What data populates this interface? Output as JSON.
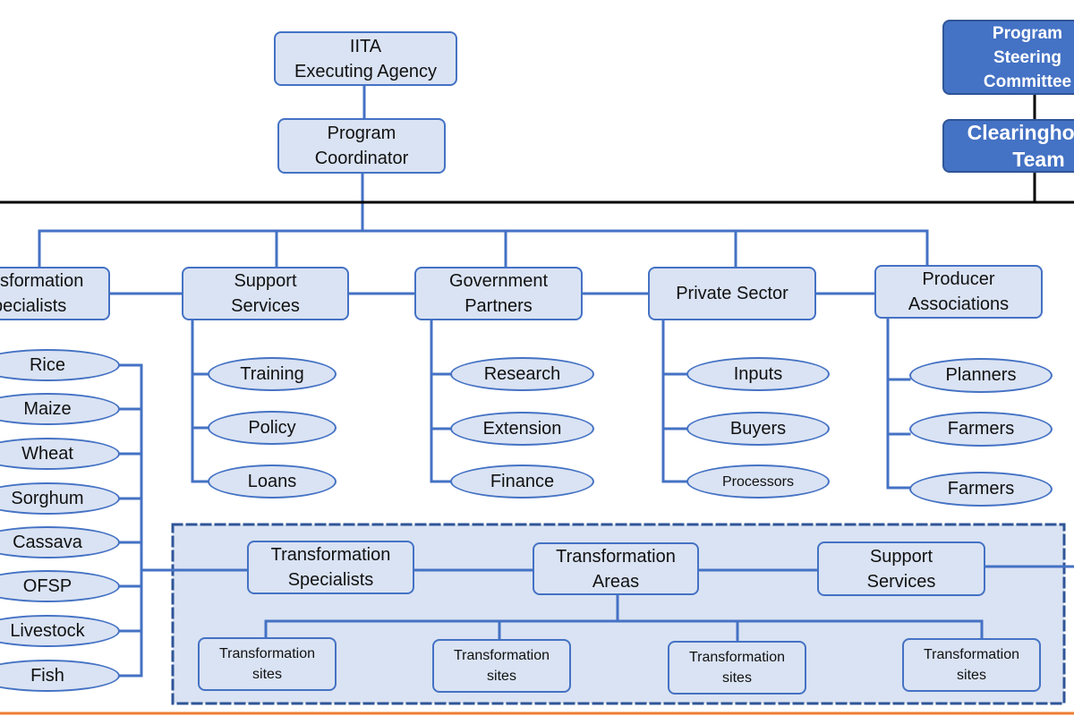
{
  "colors": {
    "box_fill": "#dae3f3",
    "box_border": "#4472c4",
    "dark_fill": "#4472c4",
    "line": "#4472c4",
    "divider": "#000000",
    "bottom_rule": "#ed7d31"
  },
  "top": {
    "iita": [
      "IITA",
      "Executing Agency"
    ],
    "coordinator": [
      "Program",
      "Coordinator"
    ],
    "steering": [
      "Program",
      "Steering",
      "Committee"
    ],
    "clearinghouse": [
      "Clearinghouse",
      "Team"
    ]
  },
  "columns": {
    "transformation_specialists": [
      "Transformation",
      "Specialists"
    ],
    "support_services": [
      "Support",
      "Services"
    ],
    "government_partners": [
      "Government",
      "Partners"
    ],
    "private_sector": "Private Sector",
    "producer_associations": [
      "Producer",
      "Associations"
    ]
  },
  "commodities": [
    "Rice",
    "Maize",
    "Wheat",
    "Sorghum",
    "Cassava",
    "OFSP",
    "Livestock",
    "Fish"
  ],
  "support_items": [
    "Training",
    "Policy",
    "Loans"
  ],
  "government_items": [
    "Research",
    "Extension",
    "Finance"
  ],
  "private_items": [
    "Inputs",
    "Buyers",
    "Processors"
  ],
  "producer_items": [
    "Planners",
    "Farmers",
    "Farmers"
  ],
  "bottom_panel": {
    "specialists": [
      "Transformation",
      "Specialists"
    ],
    "areas": [
      "Transformation",
      "Areas"
    ],
    "support": [
      "Support",
      "Services"
    ],
    "sites": [
      [
        "Transformation",
        "sites"
      ],
      [
        "Transformation",
        "sites"
      ],
      [
        "Transformation",
        "sites"
      ],
      [
        "Transformation",
        "sites"
      ]
    ]
  }
}
